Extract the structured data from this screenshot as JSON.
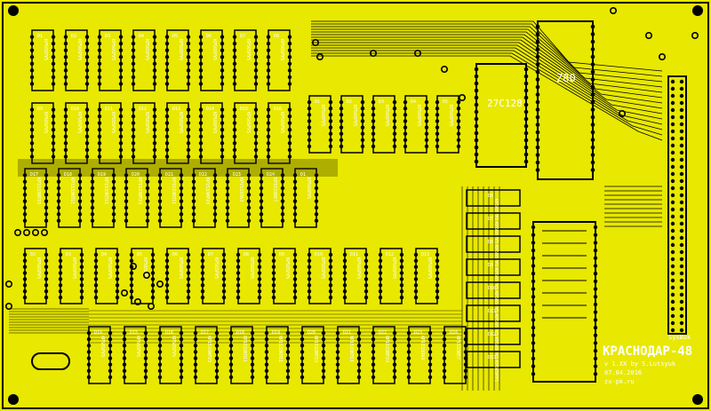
{
  "board": {
    "copper_color": "#e8e800",
    "pad_color": "#000000",
    "silk_color": "#ffffff",
    "title": "КРАСНОДАР-48",
    "version": "v 1.XX by S.Lutsyuk",
    "date": "07.04.2016",
    "website": "zx-pk.ru",
    "cpu_label": "Z80",
    "rom_label": "27C128",
    "connector_label": "SysBus"
  },
  "chips": [
    {
      "ref": "D1",
      "part": "КР565РУ5"
    },
    {
      "ref": "D2",
      "part": "КР565РУ5"
    },
    {
      "ref": "D3",
      "part": "КР565РУ5"
    },
    {
      "ref": "D4",
      "part": "КР565РУ5"
    },
    {
      "ref": "D5",
      "part": "КР565РУ5"
    },
    {
      "ref": "D6",
      "part": "КР565РУ5"
    },
    {
      "ref": "D7",
      "part": "КР565РУ5"
    },
    {
      "ref": "D8",
      "part": "КР565РУ5"
    },
    {
      "ref": "D9",
      "part": "КР565РУ5"
    },
    {
      "ref": "D10",
      "part": "КР565РУ5"
    },
    {
      "ref": "D11",
      "part": "КР565РУ5"
    },
    {
      "ref": "D12",
      "part": "КР565РУ5"
    },
    {
      "ref": "D13",
      "part": "КР565РУ5"
    },
    {
      "ref": "D14",
      "part": "КР565РУ5"
    },
    {
      "ref": "D15",
      "part": "КР565РУ5"
    },
    {
      "ref": "D16",
      "part": "КР565РУ5"
    },
    {
      "ref": "D17",
      "part": "КР1533ИР23"
    },
    {
      "ref": "D18",
      "part": "КР1533КП11"
    },
    {
      "ref": "D19",
      "part": "КР1533КП11"
    },
    {
      "ref": "D20",
      "part": "КР1533ИР23"
    },
    {
      "ref": "D21",
      "part": "КР1533КП11"
    },
    {
      "ref": "D22",
      "part": "КР1533ИР23"
    },
    {
      "ref": "D23",
      "part": "КР1533ЛА3"
    },
    {
      "ref": "D24",
      "part": "КР1533ИЕ7"
    }
  ]
}
